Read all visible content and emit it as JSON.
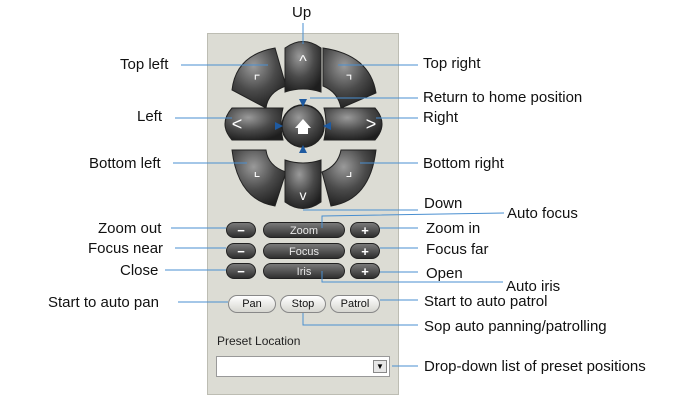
{
  "callouts": {
    "up": "Up",
    "top_left": "Top left",
    "top_right": "Top right",
    "return_home": "Return to home position",
    "left": "Left",
    "right": "Right",
    "bottom_left": "Bottom left",
    "bottom_right": "Bottom right",
    "down": "Down",
    "auto_focus": "Auto focus",
    "zoom_out": "Zoom out",
    "zoom_in": "Zoom in",
    "focus_near": "Focus near",
    "focus_far": "Focus far",
    "close": "Close",
    "open": "Open",
    "auto_iris": "Auto iris",
    "start_auto_pan": "Start to auto pan",
    "start_auto_patrol": "Start to auto patrol",
    "stop_auto": "Sop auto panning/patrolling",
    "dropdown": "Drop-down list of preset positions"
  },
  "controls": {
    "zoom_label": "Zoom",
    "focus_label": "Focus",
    "iris_label": "Iris",
    "minus": "−",
    "plus": "+",
    "pan": "Pan",
    "stop": "Stop",
    "patrol": "Patrol",
    "preset_location": "Preset Location",
    "preset_value": ""
  }
}
